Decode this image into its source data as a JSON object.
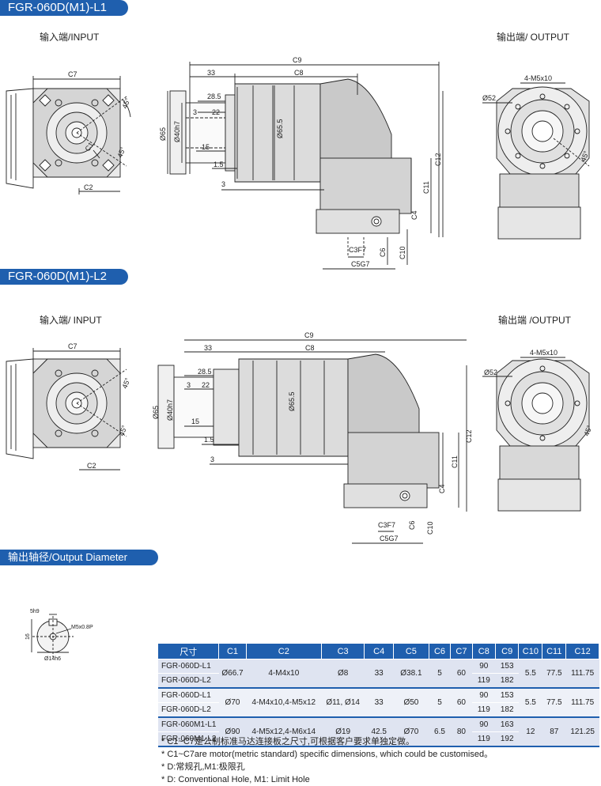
{
  "section1": {
    "title": "FGR-060D(M1)-L1",
    "input_label": "输入端/INPUT",
    "output_label": "输出端/ OUTPUT"
  },
  "section2": {
    "title": "FGR-060D(M1)-L2",
    "input_label": "输入端/ INPUT",
    "output_label": "输出端 /OUTPUT"
  },
  "dims": {
    "c9": "C9",
    "c8": "C8",
    "v33": "33",
    "v285": "28.5",
    "v22": "22",
    "v3": "3",
    "v15": "15",
    "v1_5": "1.5",
    "d65": "Ø65",
    "d40": "Ø40h7",
    "d655": "Ø65.5",
    "c12": "C12",
    "c11": "C11",
    "c4": "C4",
    "c3": "C3F7",
    "c6": "C6",
    "c10": "C10",
    "c5": "C5G7",
    "c7": "C7",
    "c2": "C2",
    "c1": "C1",
    "a45": "45°",
    "m5": "4-M5x10",
    "d52": "Ø52"
  },
  "output_diameter": {
    "title": "输出轴径/Output Diameter",
    "key": "5h9",
    "thread": "M5x0.8P",
    "h16": "16",
    "dia": "Ø14h6"
  },
  "table": {
    "headers": [
      "尺寸",
      "C1",
      "C2",
      "C3",
      "C4",
      "C5",
      "C6",
      "C7",
      "C8",
      "C9",
      "C10",
      "C11",
      "C12"
    ],
    "groups": [
      {
        "models": [
          "FGR-060D-L1",
          "FGR-060D-L2"
        ],
        "c1": "Ø66.7",
        "c2": "4-M4x10",
        "c3": "Ø8",
        "c4": "33",
        "c5": "Ø38.1",
        "c6": "5",
        "c7": "60",
        "c8": [
          "90",
          "119"
        ],
        "c9": [
          "153",
          "182"
        ],
        "c10": "5.5",
        "c11": "77.5",
        "c12": "111.75"
      },
      {
        "models": [
          "FGR-060D-L1",
          "FGR-060D-L2"
        ],
        "c1": "Ø70",
        "c2": "4-M4x10,4-M5x12",
        "c3": "Ø11, Ø14",
        "c4": "33",
        "c5": "Ø50",
        "c6": "5",
        "c7": "60",
        "c8": [
          "90",
          "119"
        ],
        "c9": [
          "153",
          "182"
        ],
        "c10": "5.5",
        "c11": "77.5",
        "c12": "111.75"
      },
      {
        "models": [
          "FGR-060M1-L1",
          "FGR-060M1-L2"
        ],
        "c1": "Ø90",
        "c2": "4-M5x12,4-M6x14",
        "c3": "Ø19",
        "c4": "42.5",
        "c5": "Ø70",
        "c6": "6.5",
        "c7": "80",
        "c8": [
          "90",
          "119"
        ],
        "c9": [
          "163",
          "192"
        ],
        "c10": "12",
        "c11": "87",
        "c12": "121.25"
      }
    ]
  },
  "notes": [
    "* C1~C7是公制标准马达连接板之尺寸,可根据客户要求单独定做。",
    "* C1~C7are motor(metric standard)  specific dimensions, which could be customised。",
    "* D:常规孔,M1:极限孔",
    "* D: Conventional Hole, M1: Limit Hole"
  ]
}
